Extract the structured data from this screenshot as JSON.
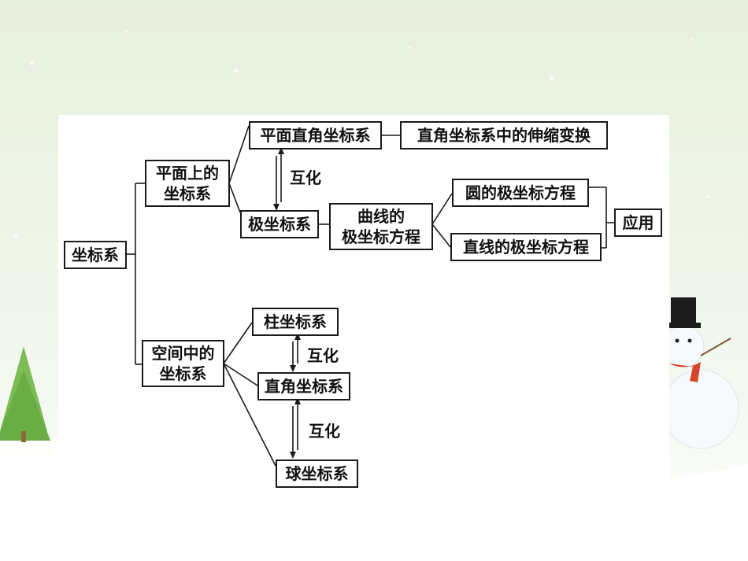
{
  "diagram": {
    "nodes": {
      "root": "坐标系",
      "plane_system": [
        "平面上的",
        "坐标系"
      ],
      "rect_plane": "平面直角坐标系",
      "scaling": "直角坐标系中的伸缩变换",
      "polar": "极坐标系",
      "curve_eq": [
        "曲线的",
        "极坐标方程"
      ],
      "circle_eq": "圆的极坐标方程",
      "line_eq": "直线的极坐标方程",
      "application": "应用",
      "space_system": [
        "空间中的",
        "坐标系"
      ],
      "cylindrical": "柱坐标系",
      "rect_space": "直角坐标系",
      "spherical": "球坐标系"
    },
    "labels": {
      "convert_1": "互化",
      "convert_2": "互化",
      "convert_3": "互化"
    }
  },
  "colors": {
    "border": "#1a1a1a",
    "panel": "#ffffff",
    "tree_green": "#7bbd54",
    "snowman_hat": "#1a1a1a",
    "scarf": "#d9452b"
  },
  "icons": [
    "tree-icon",
    "snowman-icon"
  ]
}
